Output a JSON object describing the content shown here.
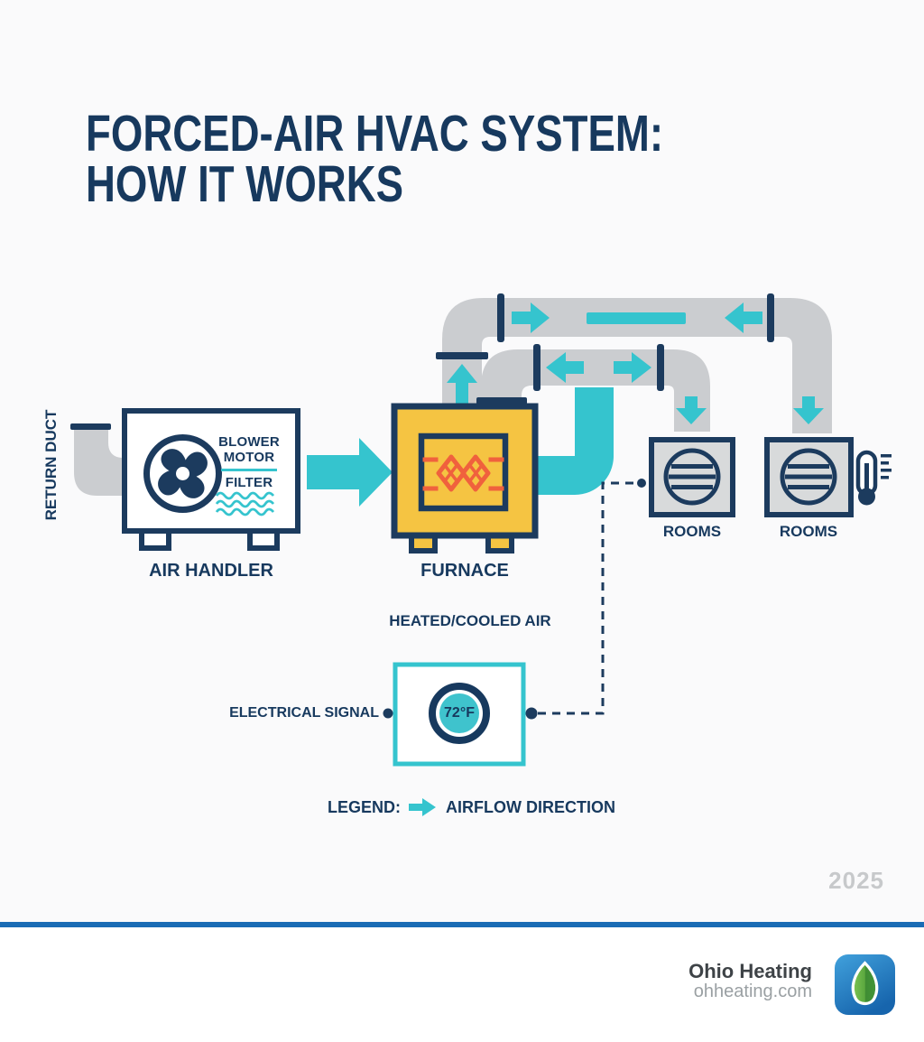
{
  "title": {
    "line1": "FORCED-AIR HVAC SYSTEM:",
    "line2": "HOW IT WORKS"
  },
  "diagram": {
    "return_duct_label": "RETURN DUCT",
    "air_handler": {
      "label": "AIR HANDLER",
      "component1": "BLOWER",
      "component2": "MOTOR",
      "component3": "FILTER"
    },
    "furnace": {
      "label": "FURNACE"
    },
    "heated_cooled_air_label": "HEATED/COOLED AIR",
    "rooms": [
      {
        "label": "ROOMS"
      },
      {
        "label": "ROOMS"
      }
    ],
    "thermostat": {
      "temperature": "72°F"
    },
    "electrical_signal_label": "ELECTRICAL SIGNAL",
    "legend": {
      "prefix": "LEGEND:",
      "label": "AIRFLOW DIRECTION"
    }
  },
  "year": "2025",
  "footer": {
    "company": "Ohio Heating",
    "website": "ohheating.com"
  },
  "icons": {
    "fan": "fan-icon",
    "heat_exchanger": "heat-exchanger-icon",
    "vent": "vent-grille-icon",
    "thermometer": "thermometer-icon",
    "thermostat_dial": "thermostat-dial-icon",
    "airflow_arrow": "airflow-arrow-icon",
    "leaf_logo": "leaf-logo-icon"
  },
  "colors": {
    "navy": "#1c3b5e",
    "teal": "#35c4ce",
    "yellow": "#f5c442",
    "orange": "#f0613d",
    "duct_gray": "#cbcdd0",
    "room_gray": "#d8dadb",
    "divider_blue": "#1a6cb5",
    "year_gray": "#c7c9cb"
  }
}
